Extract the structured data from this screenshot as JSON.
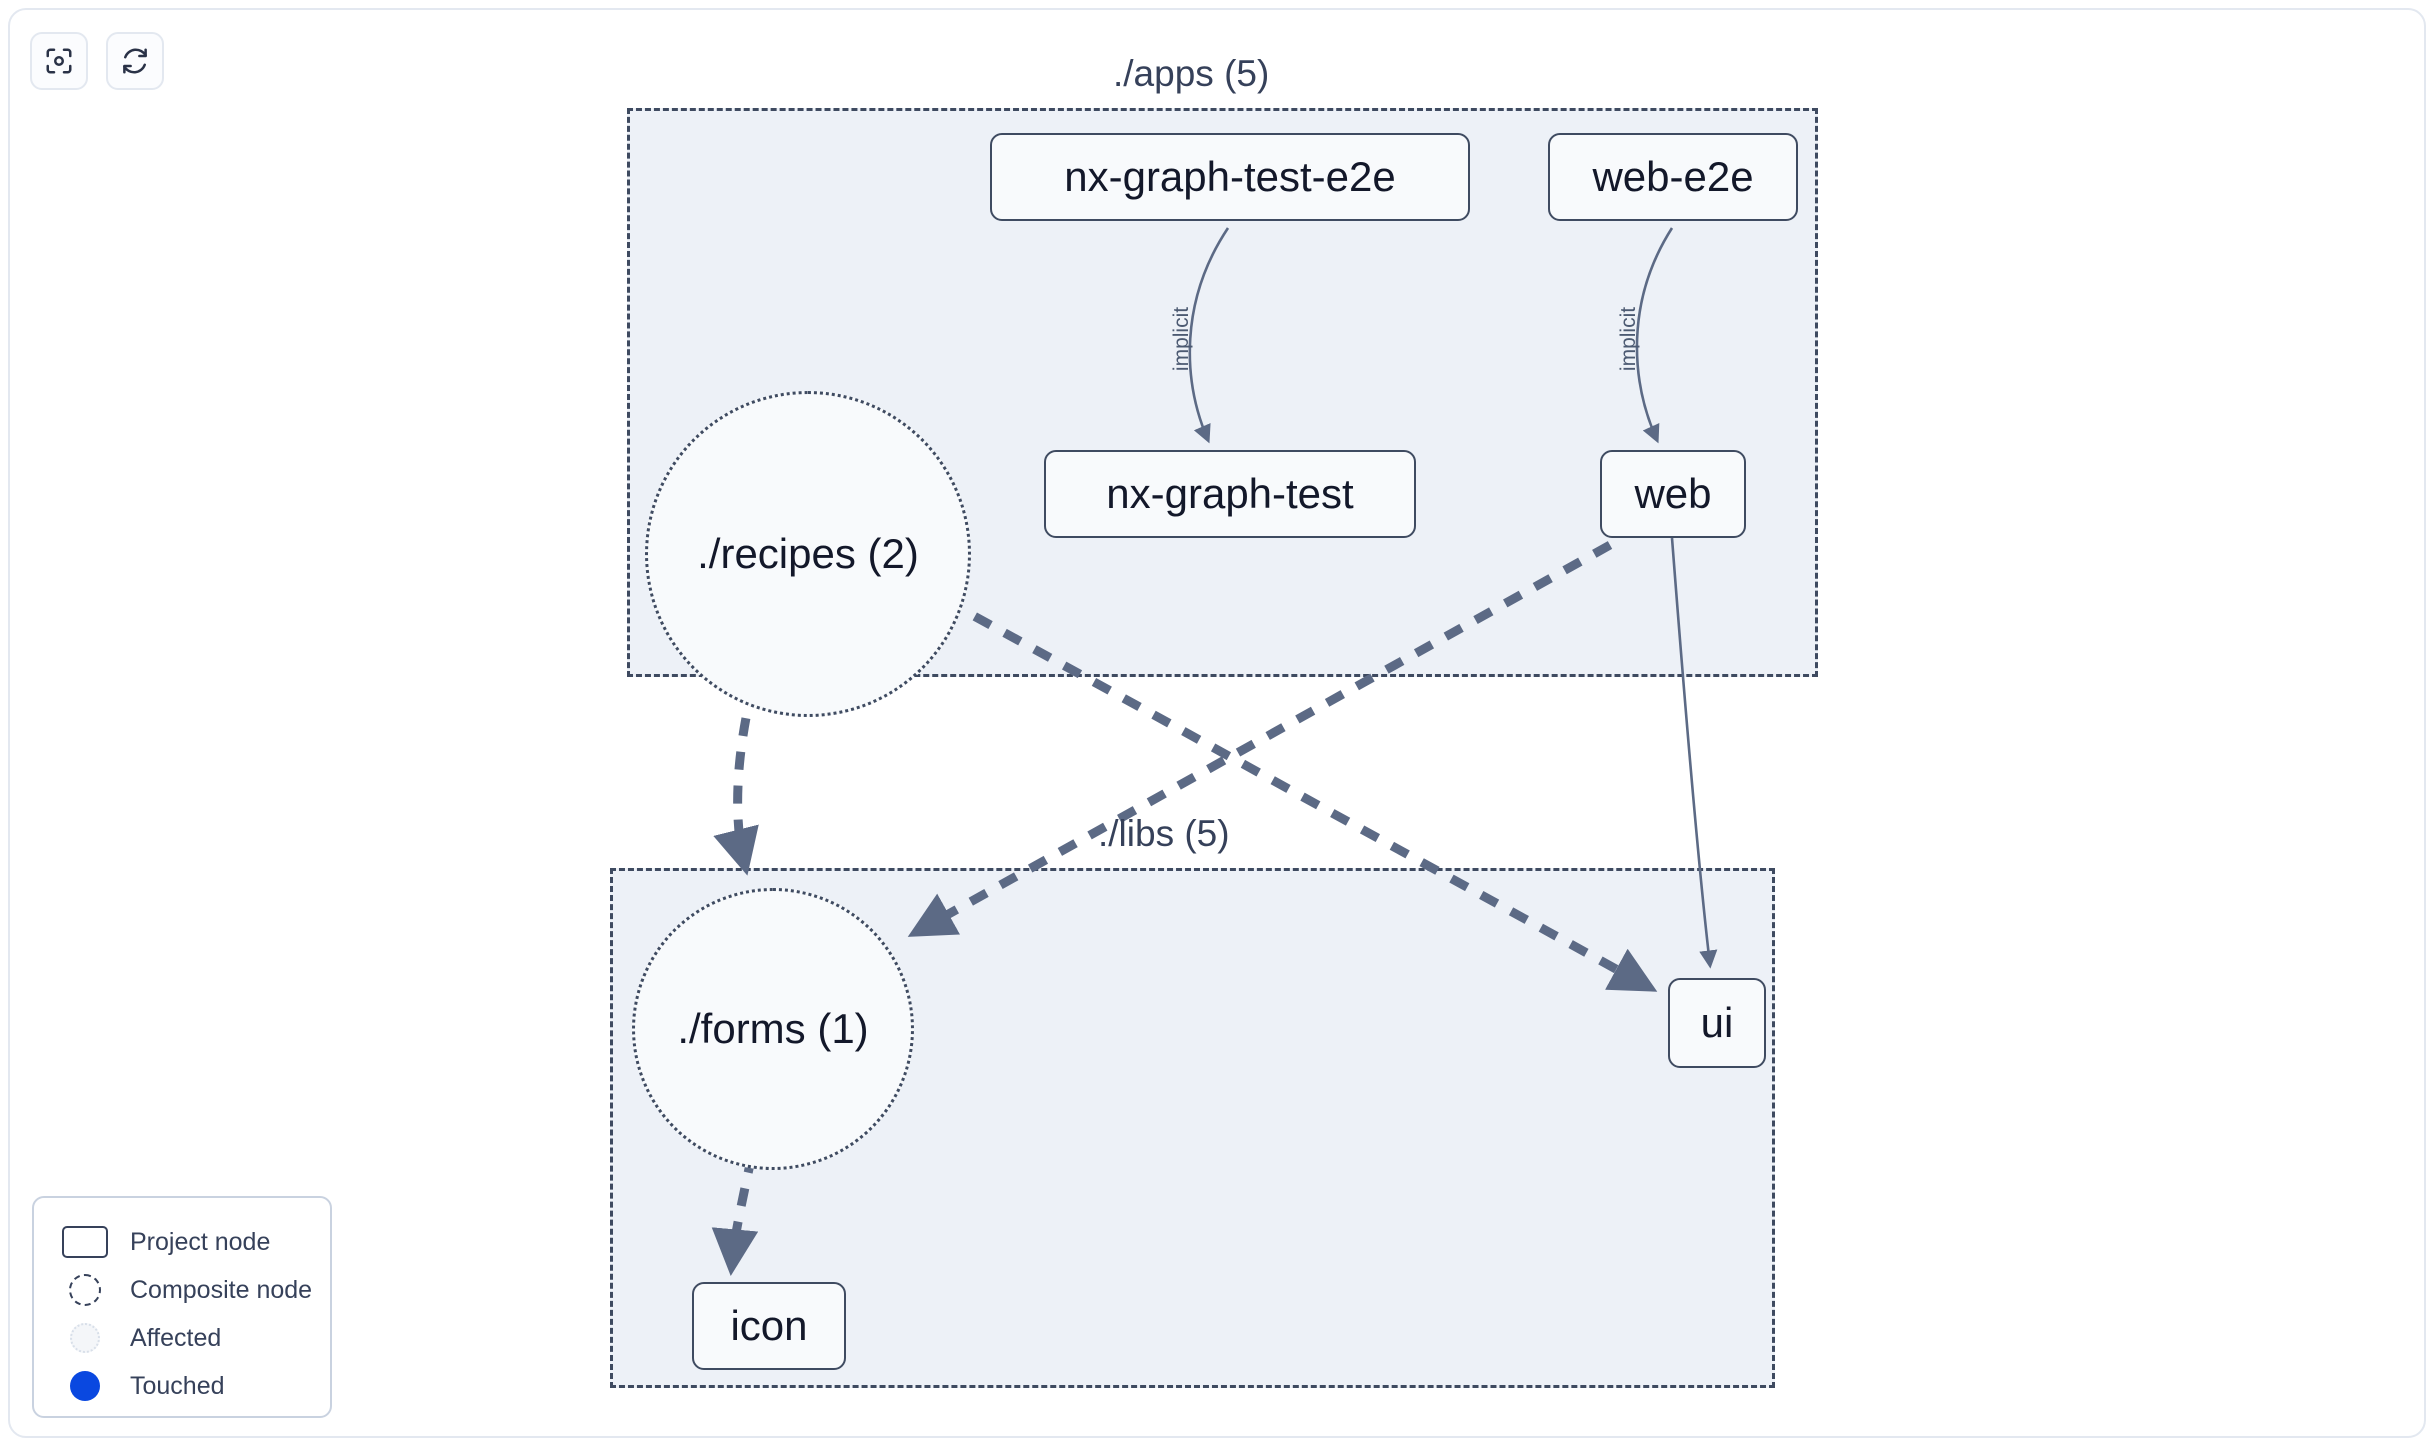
{
  "toolbar": {
    "buttons": [
      {
        "name": "focus-graph-button",
        "icon": "focus-target-icon",
        "label": ""
      },
      {
        "name": "refresh-graph-button",
        "icon": "refresh-icon",
        "label": ""
      }
    ]
  },
  "colors": {
    "group_fill": "#edf1f7",
    "group_border": "#3e4a60",
    "node_fill": "#f8fafc",
    "node_border": "#3f4b61",
    "node_text": "#13182a",
    "edge": "#5c6a85",
    "implicit_edge": "#5c6a85",
    "touched": "#0a48e0",
    "panel_border": "#e3e8f0",
    "page_background": "#ffffff"
  },
  "groups": [
    {
      "id": "apps",
      "label": "./apps (5)"
    },
    {
      "id": "libs",
      "label": "./libs (5)"
    }
  ],
  "nodes": [
    {
      "id": "nx-graph-test-e2e",
      "label": "nx-graph-test-e2e",
      "type": "project",
      "group": "apps"
    },
    {
      "id": "web-e2e",
      "label": "web-e2e",
      "type": "project",
      "group": "apps"
    },
    {
      "id": "recipes",
      "label": "./recipes (2)",
      "type": "composite",
      "group": "apps"
    },
    {
      "id": "nx-graph-test",
      "label": "nx-graph-test",
      "type": "project",
      "group": "apps"
    },
    {
      "id": "web",
      "label": "web",
      "type": "project",
      "group": "apps"
    },
    {
      "id": "forms",
      "label": "./forms (1)",
      "type": "composite",
      "group": "libs"
    },
    {
      "id": "ui",
      "label": "ui",
      "type": "project",
      "group": "libs"
    },
    {
      "id": "icon",
      "label": "icon",
      "type": "project",
      "group": "libs"
    }
  ],
  "edges": [
    {
      "from": "nx-graph-test-e2e",
      "to": "nx-graph-test",
      "label": "implicit",
      "style": "solid"
    },
    {
      "from": "web-e2e",
      "to": "web",
      "label": "implicit",
      "style": "solid"
    },
    {
      "from": "web",
      "to": "ui",
      "label": "",
      "style": "solid"
    },
    {
      "from": "recipes",
      "to": "forms",
      "label": "",
      "style": "dashed"
    },
    {
      "from": "recipes",
      "to": "ui",
      "label": "",
      "style": "dashed"
    },
    {
      "from": "web",
      "to": "forms",
      "label": "",
      "style": "dashed"
    },
    {
      "from": "forms",
      "to": "icon",
      "label": "",
      "style": "dashed"
    }
  ],
  "edge_labels": [
    {
      "id": "implicit-1",
      "text": "implicit"
    },
    {
      "id": "implicit-2",
      "text": "implicit"
    }
  ],
  "legend": {
    "items": [
      {
        "swatch": "project-node-swatch",
        "label": "Project node"
      },
      {
        "swatch": "composite-node-swatch",
        "label": "Composite node"
      },
      {
        "swatch": "affected-swatch",
        "label": "Affected"
      },
      {
        "swatch": "touched-swatch",
        "label": "Touched"
      }
    ]
  }
}
